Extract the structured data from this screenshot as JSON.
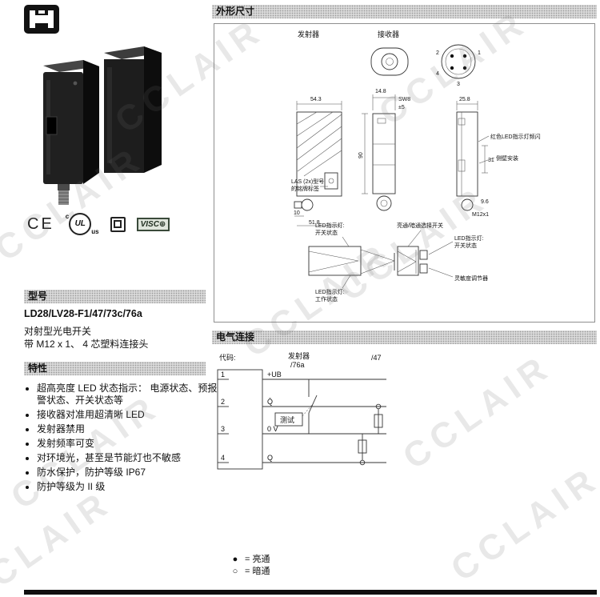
{
  "page": {
    "watermark": "CCLAIR"
  },
  "branding": {
    "certifications": {
      "ce": "CE",
      "ul_c": "c",
      "ul": "UL",
      "ul_us": "us",
      "visco": "VISC⊕"
    }
  },
  "model": {
    "header": "型号",
    "name": "LD28/LV28-F1/47/73c/76a",
    "description_line1": "对射型光电开关",
    "description_line2": "带 M12 x 1、 4 芯塑料连接头"
  },
  "features": {
    "header": "特性",
    "items": [
      "超高亮度 LED 状态指示： 电源状态、预报警状态、开关状态等",
      "接收器对准用超清晰 LED",
      "发射器禁用",
      "发射频率可变",
      "对环境光，甚至是节能灯也不敏感",
      "防水保护，防护等级 IP67",
      "防护等级为 II 级"
    ]
  },
  "dimensions": {
    "header": "外形尺寸",
    "emitter": "发射器",
    "receiver": "接收器",
    "pin1": "1",
    "pin2": "2",
    "pin3": "3",
    "pin4": "4",
    "dim_width_emitter": "54.3",
    "dim_depth": "14.8",
    "dim_sw": "SW8",
    "dim_tol": "±5",
    "dim_height": "90",
    "dim_width_receiver": "25.8",
    "dim_side": "31",
    "dim_9_6": "9.6",
    "dim_thread": "M12x1",
    "dim_10": "10",
    "dim_51_8": "51.8",
    "ann_las_1": "LAS (2x)型号",
    "ann_las_2": "的铭牌标签",
    "ann_red_led": "红色LED指示灯频闪",
    "ann_side_mount": "侧壁安装",
    "ann_led_switch_a1": "LED指示灯:",
    "ann_led_switch_a2": "开关状态",
    "ann_lighton_darkon": "亮通/暗通选择开关",
    "ann_led_switch_b1": "LED指示灯:",
    "ann_led_switch_b2": "开关状态",
    "ann_sensitivity": "灵敏度调节器",
    "ann_led_power_1": "LED指示灯:",
    "ann_led_power_2": "工作状态"
  },
  "electrical": {
    "header": "电气连接",
    "code_label": "代码:",
    "emitter_label": "发射器",
    "variant_76a": "/76a",
    "variant_47": "/47",
    "pins": [
      {
        "num": "1",
        "label": "+UB"
      },
      {
        "num": "2",
        "label": "Q̄"
      },
      {
        "num": "3",
        "label": "0 V"
      },
      {
        "num": "4",
        "label": "Q"
      }
    ],
    "test_label": "测试",
    "legend": [
      {
        "symbol": "●",
        "label": "= 亮通"
      },
      {
        "symbol": "○",
        "label": "= 暗通"
      }
    ]
  }
}
